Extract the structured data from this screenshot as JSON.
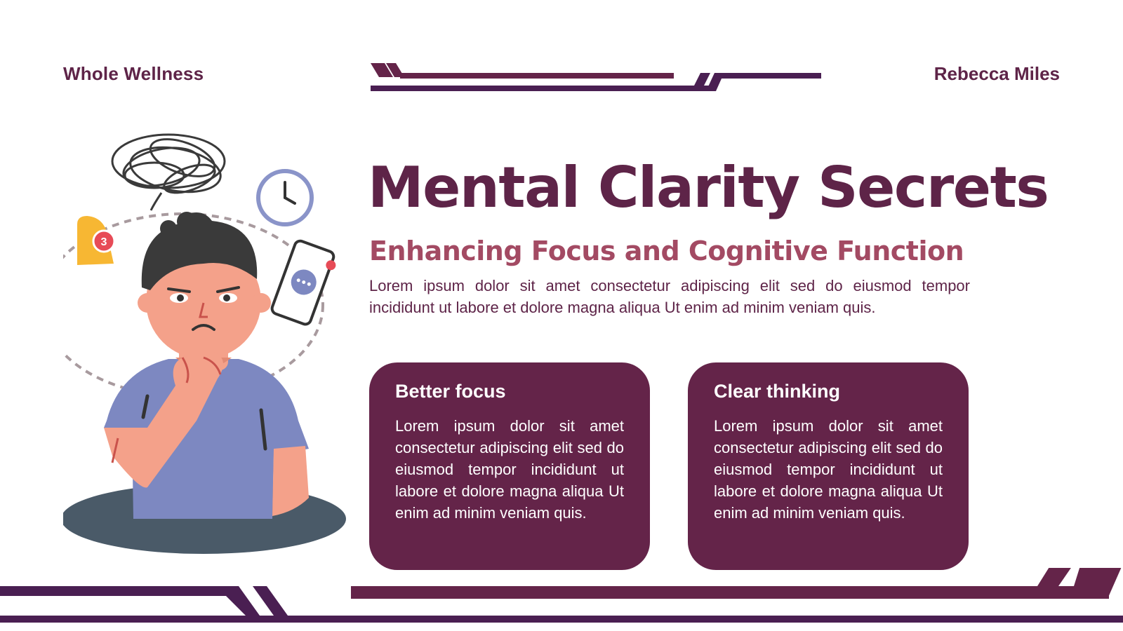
{
  "header": {
    "brand": "Whole Wellness",
    "author": "Rebecca Miles"
  },
  "hero": {
    "title": "Mental Clarity Secrets",
    "subtitle": "Enhancing Focus and Cognitive Function",
    "intro": "Lorem ipsum dolor sit amet consectetur adipiscing elit sed do eiusmod tempor incididunt ut labore et dolore magna aliqua Ut enim ad minim veniam quis."
  },
  "cards": [
    {
      "heading": "Better focus",
      "body": "Lorem ipsum dolor sit amet consectetur adipiscing elit sed do eiusmod tempor incididunt ut labore et dolore magna aliqua Ut enim ad minim veniam quis."
    },
    {
      "heading": "Clear thinking",
      "body": "Lorem ipsum dolor sit amet consectetur adipiscing elit sed do eiusmod tempor incididunt ut labore et dolore magna aliqua Ut enim ad minim veniam quis."
    }
  ],
  "illustration": {
    "notification_count": "3"
  },
  "colors": {
    "primary": "#642449",
    "accent": "#a34a63",
    "deep": "#4a1f52",
    "shirt": "#7d88c1",
    "hole": "#4a5a68"
  },
  "icons": [
    "scribble-icon",
    "clock-icon",
    "bell-icon",
    "phone-chat-icon"
  ]
}
